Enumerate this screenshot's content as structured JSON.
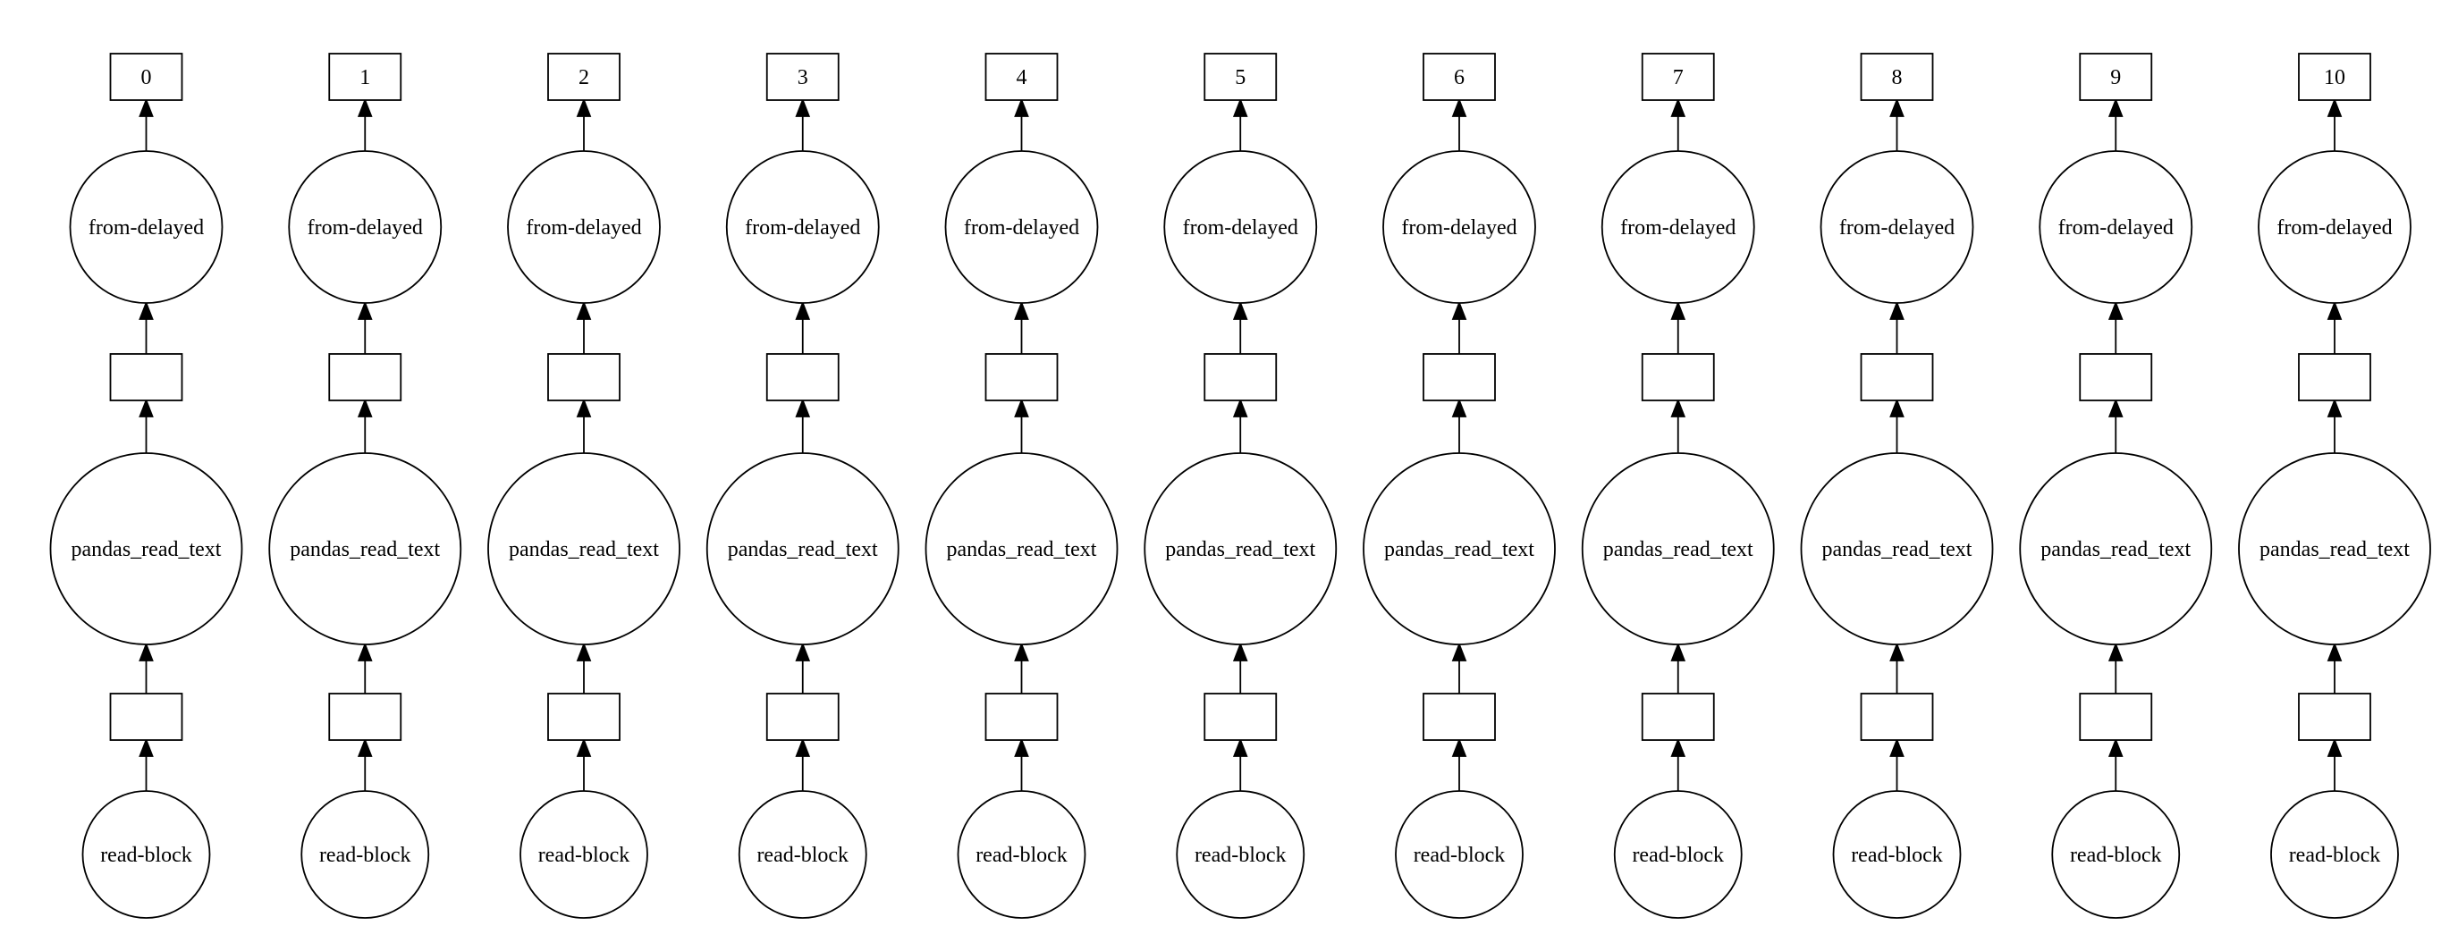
{
  "diagram": {
    "type": "task-graph",
    "colors": {
      "stroke": "#000000",
      "fill": "#ffffff",
      "text": "#000000"
    },
    "columns": [
      {
        "output": "0",
        "from_delayed": "from-delayed",
        "mid_box": "",
        "pandas": "pandas_read_text",
        "low_box": "",
        "read_block": "read-block"
      },
      {
        "output": "1",
        "from_delayed": "from-delayed",
        "mid_box": "",
        "pandas": "pandas_read_text",
        "low_box": "",
        "read_block": "read-block"
      },
      {
        "output": "2",
        "from_delayed": "from-delayed",
        "mid_box": "",
        "pandas": "pandas_read_text",
        "low_box": "",
        "read_block": "read-block"
      },
      {
        "output": "3",
        "from_delayed": "from-delayed",
        "mid_box": "",
        "pandas": "pandas_read_text",
        "low_box": "",
        "read_block": "read-block"
      },
      {
        "output": "4",
        "from_delayed": "from-delayed",
        "mid_box": "",
        "pandas": "pandas_read_text",
        "low_box": "",
        "read_block": "read-block"
      },
      {
        "output": "5",
        "from_delayed": "from-delayed",
        "mid_box": "",
        "pandas": "pandas_read_text",
        "low_box": "",
        "read_block": "read-block"
      },
      {
        "output": "6",
        "from_delayed": "from-delayed",
        "mid_box": "",
        "pandas": "pandas_read_text",
        "low_box": "",
        "read_block": "read-block"
      },
      {
        "output": "7",
        "from_delayed": "from-delayed",
        "mid_box": "",
        "pandas": "pandas_read_text",
        "low_box": "",
        "read_block": "read-block"
      },
      {
        "output": "8",
        "from_delayed": "from-delayed",
        "mid_box": "",
        "pandas": "pandas_read_text",
        "low_box": "",
        "read_block": "read-block"
      },
      {
        "output": "9",
        "from_delayed": "from-delayed",
        "mid_box": "",
        "pandas": "pandas_read_text",
        "low_box": "",
        "read_block": "read-block"
      },
      {
        "output": "10",
        "from_delayed": "from-delayed",
        "mid_box": "",
        "pandas": "pandas_read_text",
        "low_box": "",
        "read_block": "read-block"
      }
    ]
  }
}
